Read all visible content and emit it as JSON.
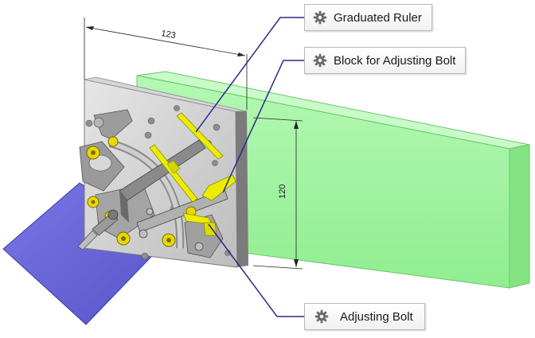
{
  "callouts": {
    "graduated_ruler": "Graduated Ruler",
    "block_for_adjusting_bolt": "Block for Adjusting Bolt",
    "adjusting_bolt": "Adjusting Bolt"
  },
  "dimensions": {
    "width": "123",
    "height": "120"
  },
  "icons": {
    "callout_icon": "gear-icon"
  },
  "colors": {
    "workpiece_green": "#9ff59f",
    "sheet_blue": "#6a68d8",
    "ruler_yellow": "#e8e800",
    "leader_line": "#2a2a8a"
  }
}
